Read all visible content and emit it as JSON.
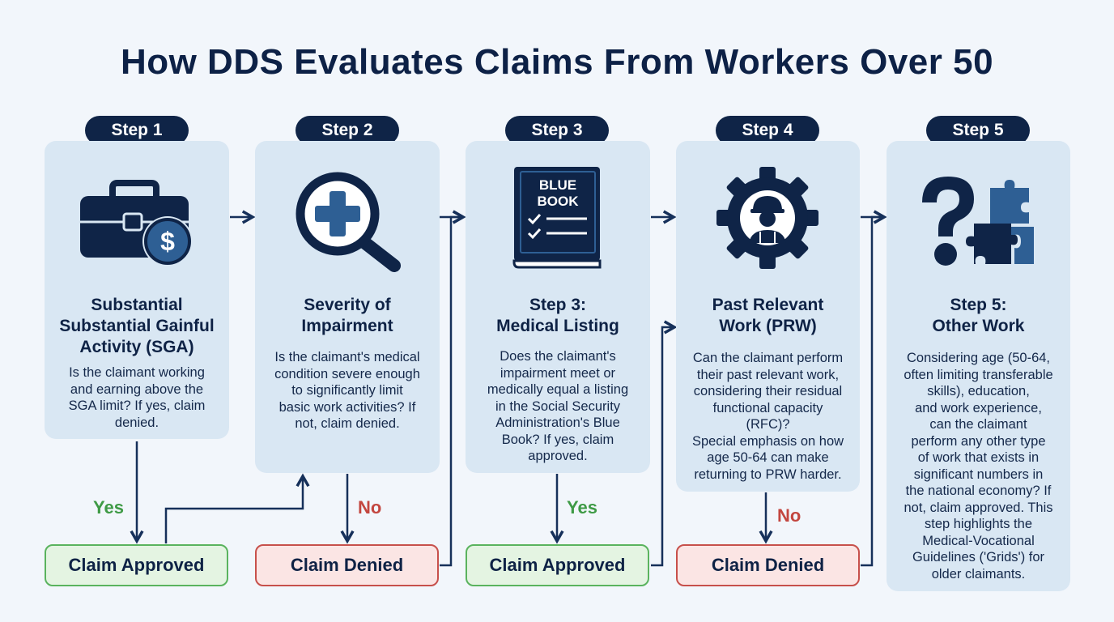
{
  "title": "How DDS Evaluates Claims From Workers Over 50",
  "steps": [
    {
      "label": "Step 1",
      "icon": "briefcase-dollar-icon",
      "title_lines": [
        "Substantial",
        "Substantial Gainful",
        "Activity (SGA)"
      ],
      "desc_lines": [
        "Is the claimant working",
        "and earning above the",
        "SGA limit? If yes, claim",
        "denied."
      ]
    },
    {
      "label": "Step 2",
      "icon": "magnifier-medical-icon",
      "title_lines": [
        "Severity of",
        "Impairment"
      ],
      "desc_lines": [
        "Is the claimant's medical",
        "condition severe enough",
        "to significantly limit",
        "basic work activities? If",
        "not, claim denied."
      ]
    },
    {
      "label": "Step 3",
      "icon": "blue-book-icon",
      "book_text": [
        "BLUE",
        "BOOK"
      ],
      "title_lines": [
        "Step 3:",
        "Medical Listing"
      ],
      "desc_lines": [
        "Does the claimant's",
        "impairment meet or",
        "medically equal a listing",
        "in the Social Security",
        "Administration's Blue",
        "Book? If yes, claim",
        "approved."
      ]
    },
    {
      "label": "Step 4",
      "icon": "gear-worker-icon",
      "title_lines": [
        "Past Relevant",
        "Work (PRW)"
      ],
      "desc_lines": [
        "Can the claimant perform",
        "their past relevant work,",
        "considering their residual",
        "functional capacity",
        "(RFC)?",
        "Special emphasis on how",
        "age 50-64 can make",
        "returning to PRW harder."
      ]
    },
    {
      "label": "Step 5",
      "icon": "question-puzzle-icon",
      "title_lines": [
        "Step 5:",
        "Other Work"
      ],
      "desc_lines": [
        "Considering age (50-64,",
        "often limiting transferable",
        "skills), education,",
        "and work experience,",
        "can the claimant",
        "perform any other type",
        "of work that exists in",
        "significant numbers in",
        "the national economy? If",
        "not, claim approved. This",
        "step highlights the",
        "Medical-Vocational",
        "Guidelines ('Grids') for",
        "older claimants."
      ]
    }
  ],
  "outcomes": [
    {
      "label": "Claim Approved",
      "type": "approved"
    },
    {
      "label": "Claim Denied",
      "type": "denied"
    },
    {
      "label": "Claim Approved",
      "type": "approved"
    },
    {
      "label": "Claim Denied",
      "type": "denied"
    }
  ],
  "branches": [
    {
      "label": "Yes",
      "type": "yes"
    },
    {
      "label": "No",
      "type": "no"
    },
    {
      "label": "Yes",
      "type": "yes"
    },
    {
      "label": "No",
      "type": "no"
    }
  ],
  "colors": {
    "navy": "#0f2447",
    "card": "#d9e7f3",
    "accent_blue": "#2e5f94",
    "approved": "#5ab35e",
    "denied": "#c7504b"
  }
}
